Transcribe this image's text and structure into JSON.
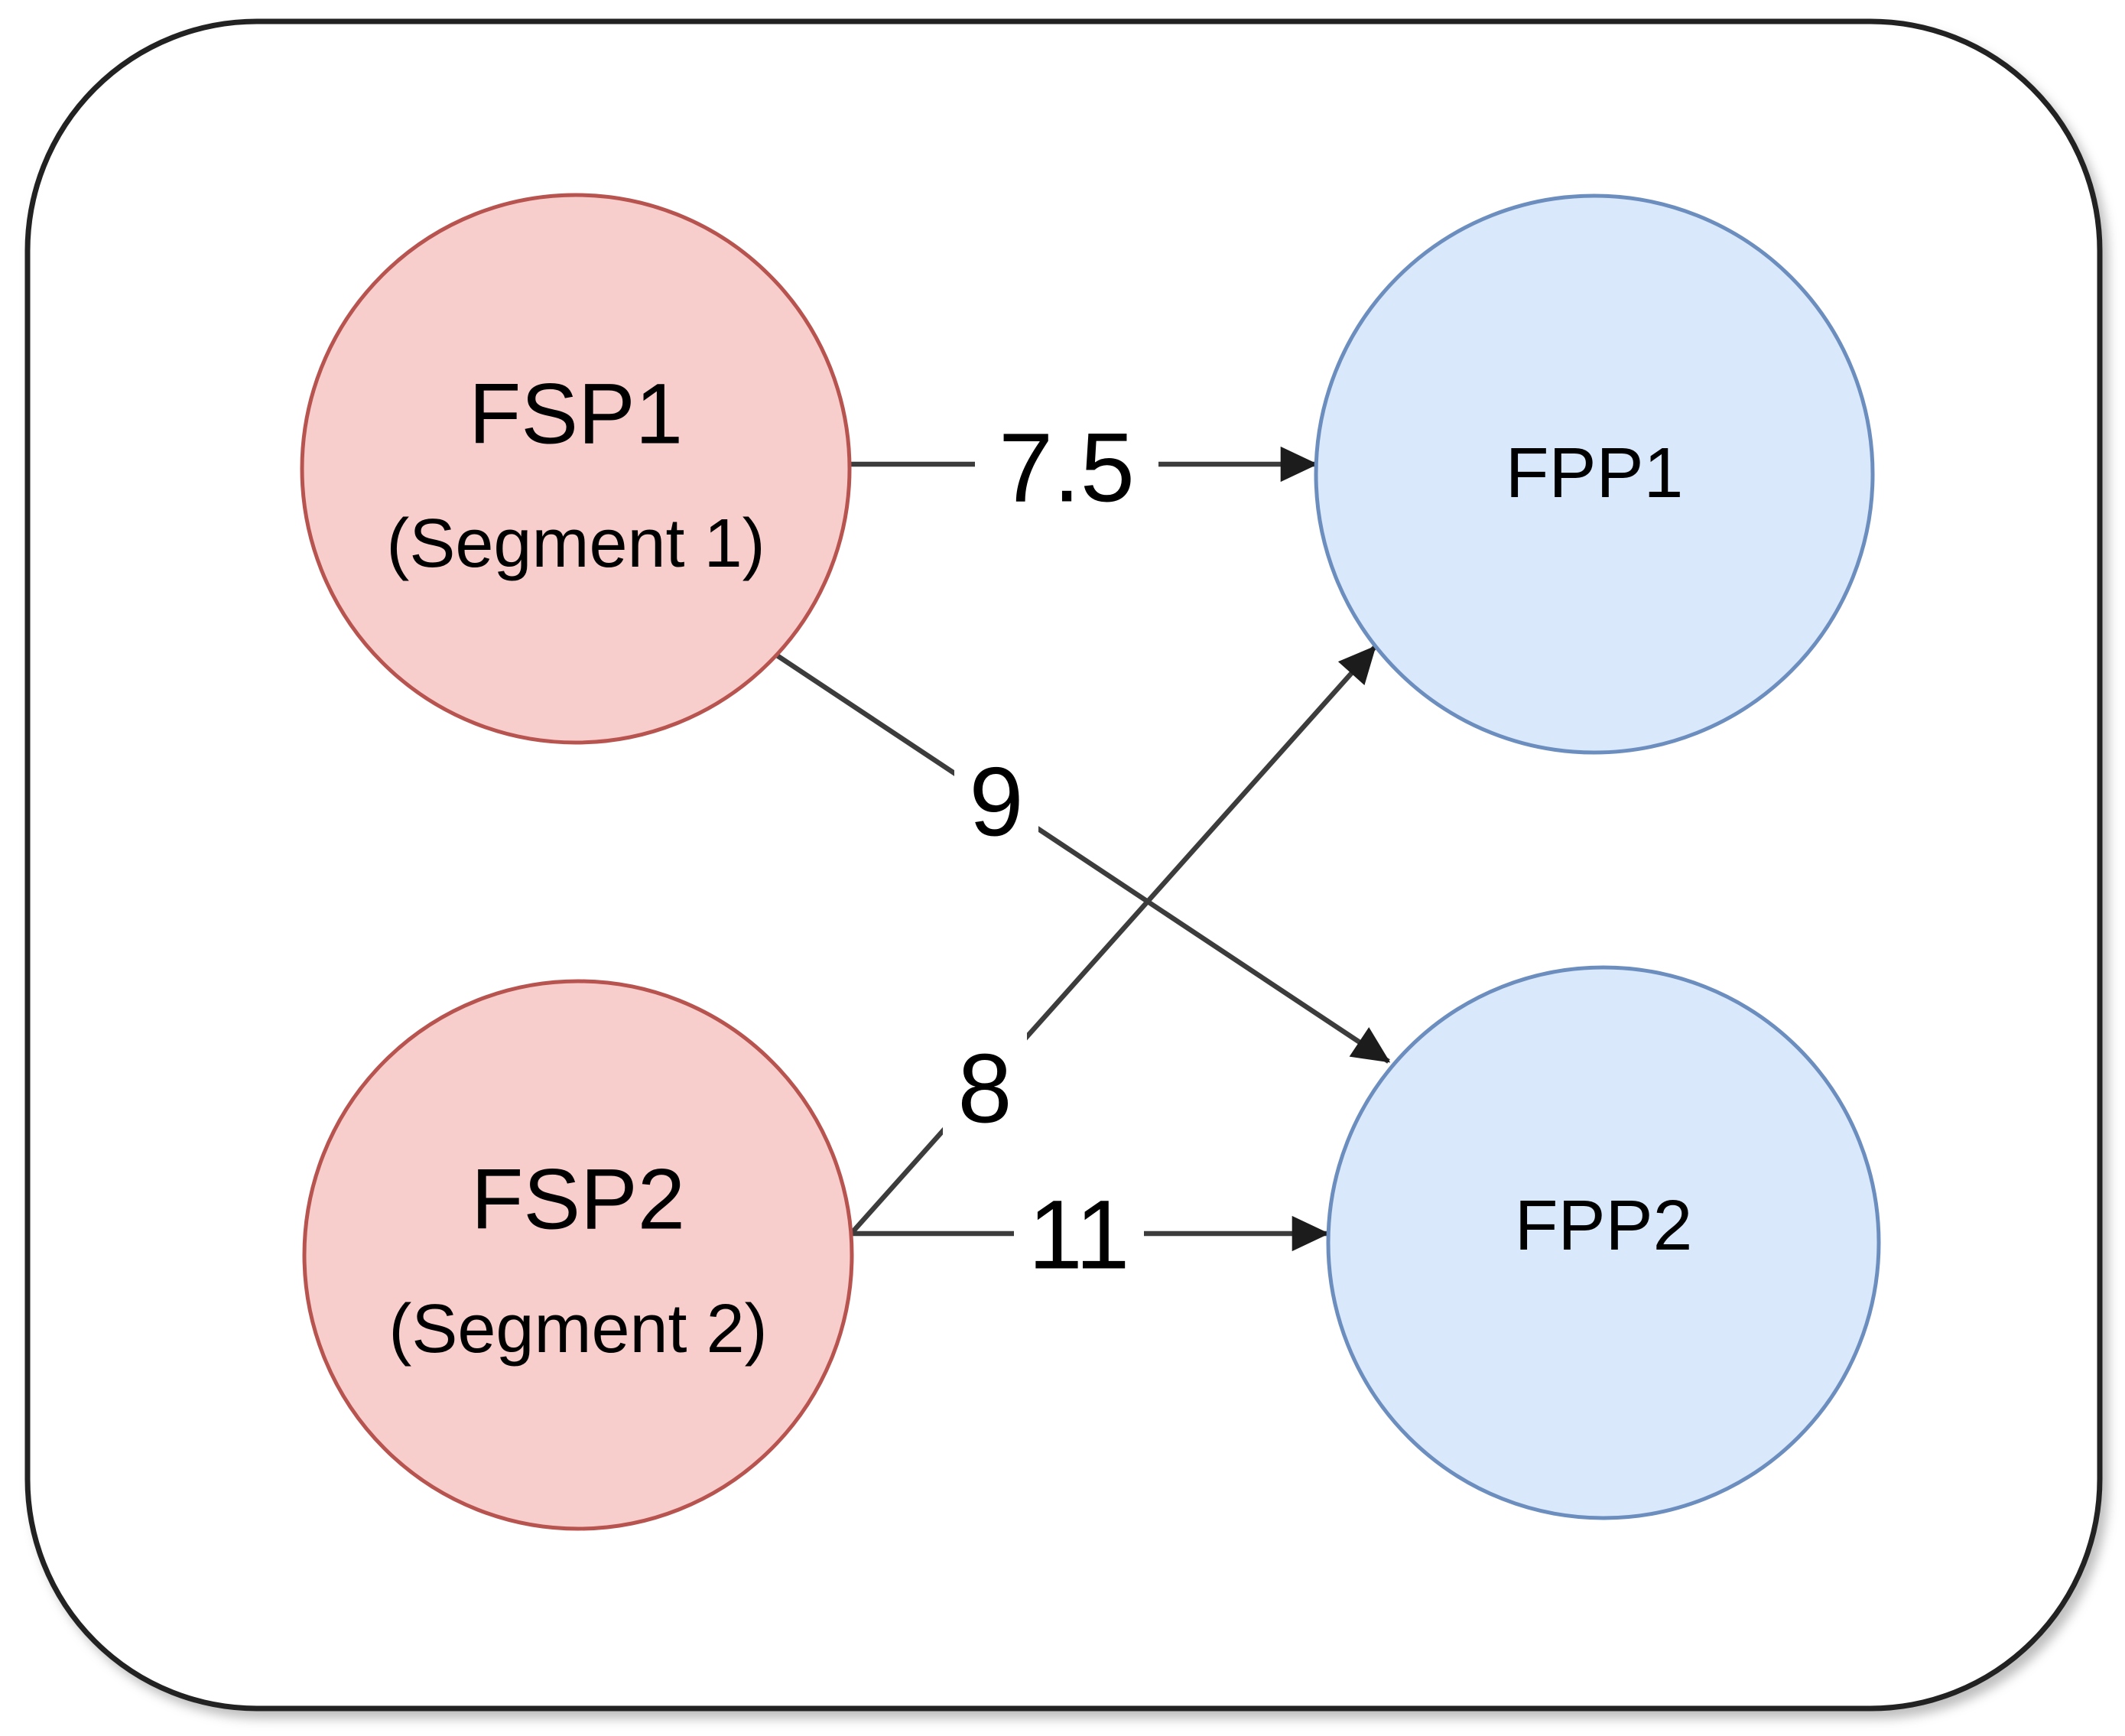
{
  "diagram": {
    "description": "Bipartite weighted flow diagram from FSP source nodes to FPP target nodes",
    "colors": {
      "source_fill": "#f8cecc",
      "source_stroke": "#b85450",
      "target_fill": "#dae8fc",
      "target_stroke": "#6c8ebf",
      "edge": "#3c3c3c",
      "arrowhead": "#1c1c1c",
      "border": "#212121",
      "background": "#ffffff"
    },
    "nodes": [
      {
        "id": "FSP1",
        "label": "FSP1",
        "sublabel": "(Segment 1)",
        "role": "source"
      },
      {
        "id": "FPP1",
        "label": "FPP1",
        "role": "target"
      },
      {
        "id": "FSP2",
        "label": "FSP2",
        "sublabel": "(Segment 2)",
        "role": "source"
      },
      {
        "id": "FPP2",
        "label": "FPP2",
        "role": "target"
      }
    ],
    "edges": [
      {
        "from": "FSP1",
        "to": "FPP1",
        "weight": "7.5",
        "value": 7.5
      },
      {
        "from": "FSP1",
        "to": "FPP2",
        "weight": "9",
        "value": 9
      },
      {
        "from": "FSP2",
        "to": "FPP1",
        "weight": "8",
        "value": 8
      },
      {
        "from": "FSP2",
        "to": "FPP2",
        "weight": "11",
        "value": 11
      }
    ]
  }
}
